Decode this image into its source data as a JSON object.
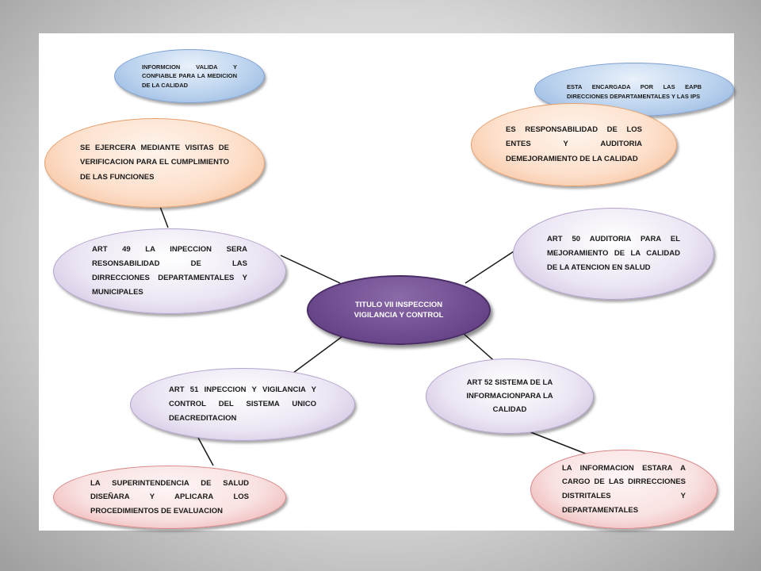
{
  "center": {
    "text": "TITULO VII INSPECCION VIGILANCIA Y CONTROL"
  },
  "nodes": {
    "info_valida": "INFORMCION VALIDA Y CONFIABLE PARA LA MEDICION DE LA CALIDAD",
    "visitas": "SE EJERCERA MEDIANTE VISITAS DE VERIFICACION PARA EL CUMPLIMIENTO DE LAS FUNCIONES",
    "art49": "ART 49 LA INPECCION SERA RESONSABILIDAD DE LAS DIRRECCIONES DEPARTAMENTALES Y MUNICIPALES",
    "eapb": "ESTA ENCARGADA POR LAS EAPB DIRECCIONES DEPARTAMENTALES Y LAS IPS",
    "responsabilidad": "ES RESPONSABILIDAD DE LOS ENTES Y AUDITORIA DEMEJORAMIENTO DE LA CALIDAD",
    "art50": "ART 50 AUDITORIA PARA EL MEJORAMIENTO DE LA CALIDAD DE LA ATENCION EN SALUD",
    "art51": "ART 51 INPECCION Y VIGILANCIA Y CONTROL DEL SISTEMA UNICO DEACREDITACION",
    "art52": "ART 52 SISTEMA DE LA INFORMACIONPARA LA CALIDAD",
    "superintendencia": "LA SUPERINTENDENCIA DE SALUD DISEÑARA Y APLICARA LOS PROCEDIMIENTOS DE EVALUACION",
    "informacion_cargo": "LA INFORMACION ESTARA A CARGO DE LAS DIRRECCIONES DISTRITALES Y DEPARTAMENTALES"
  },
  "colors": {
    "center": "#6e4b8f",
    "orange": "#fde0cc",
    "purple": "#ece6f4",
    "blue": "#bcd3ee",
    "red": "#f9e1e1",
    "connector": "#1a1a1a"
  }
}
